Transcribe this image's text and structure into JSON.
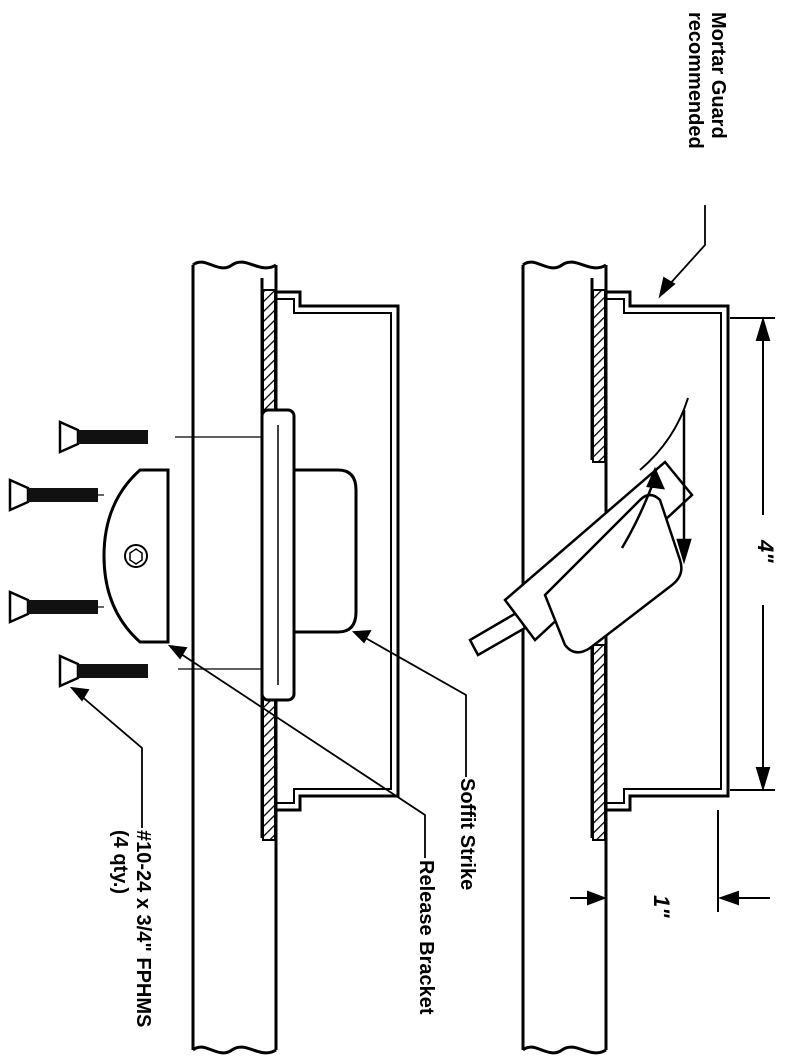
{
  "labels": {
    "mortar_guard_line1": "Mortar Guard",
    "mortar_guard_line2": "recommended",
    "soffit_strike": "Soffit Strike",
    "release_bracket": "Release Bracket",
    "screws_line1": "#10-24 x 3/4\" FPHMS",
    "screws_line2": "(4 qty.)"
  },
  "dimensions": {
    "width": "4\"",
    "depth": "1\""
  }
}
